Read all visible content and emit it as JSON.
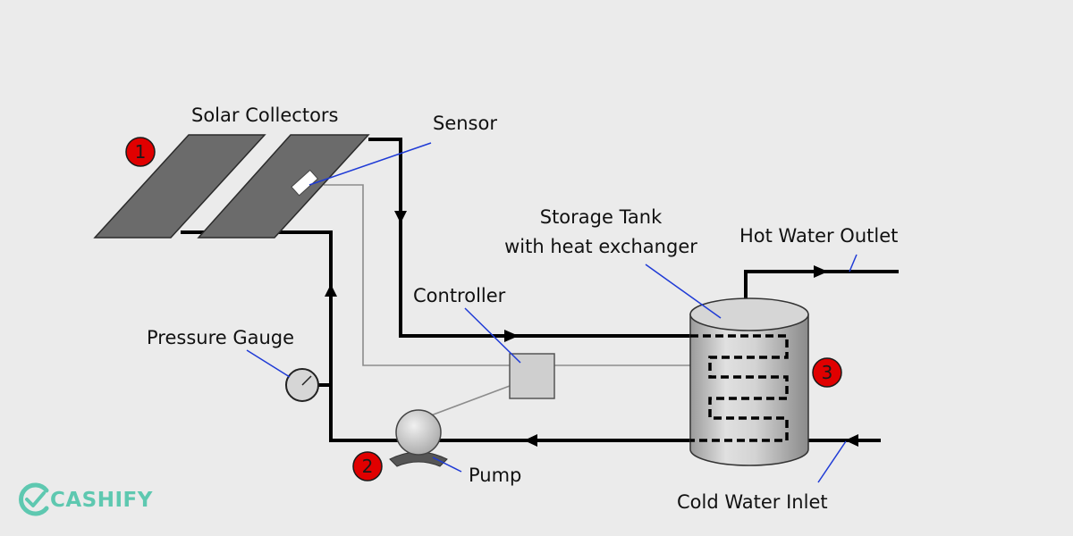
{
  "labels": {
    "solar_collectors": "Solar Collectors",
    "sensor": "Sensor",
    "storage_tank_line1": "Storage Tank",
    "storage_tank_line2": "with heat exchanger",
    "hot_water_outlet": "Hot Water Outlet",
    "controller": "Controller",
    "pressure_gauge": "Pressure Gauge",
    "pump": "Pump",
    "cold_water_inlet": "Cold Water Inlet"
  },
  "markers": {
    "one": "1",
    "two": "2",
    "three": "3"
  },
  "brand": {
    "name": "CASHIFY"
  },
  "colors": {
    "background": "#ebebeb",
    "pipe": "#000000",
    "wire": "#8c8c8c",
    "leader": "#1f3bd6",
    "panel": "#6b6b6b",
    "marker_fill": "#e00000",
    "brand": "#5ec8b0"
  }
}
